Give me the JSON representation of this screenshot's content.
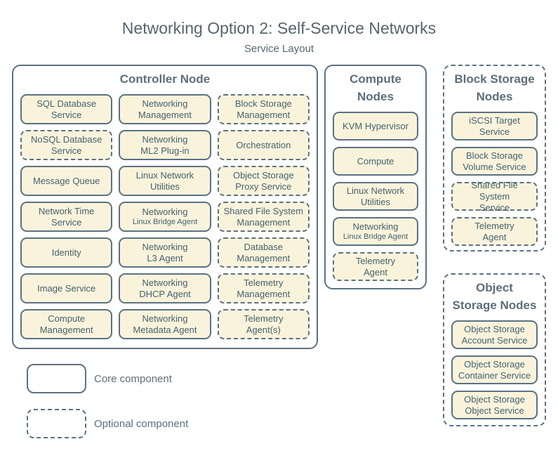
{
  "title": "Networking Option 2: Self-Service Networks",
  "subtitle": "Service Layout",
  "colors": {
    "background": "#ffffff",
    "box_fill": "#faf3dc",
    "border": "#5b7282",
    "label_text": "#44626f",
    "heading_text": "#5d6e78",
    "title_text": "#55656d"
  },
  "legend": [
    {
      "label": "Core component",
      "type": "core"
    },
    {
      "label": "Optional component",
      "type": "optional"
    }
  ],
  "groups": [
    {
      "title": "Controller Node",
      "border": "core",
      "columns": 3,
      "services": [
        {
          "label": "SQL Database\nService",
          "type": "core"
        },
        {
          "label": "Networking\nManagement",
          "type": "core"
        },
        {
          "label": "Block Storage\nManagement",
          "type": "optional"
        },
        {
          "label": "NoSQL Database\nService",
          "type": "optional"
        },
        {
          "label": "Networking\nML2 Plug-in",
          "type": "core"
        },
        {
          "label": "Orchestration",
          "type": "optional"
        },
        {
          "label": "Message Queue",
          "type": "core"
        },
        {
          "label": "Linux Network\nUtilities",
          "type": "core"
        },
        {
          "label": "Object Storage\nProxy Service",
          "type": "optional"
        },
        {
          "label": "Network Time\nService",
          "type": "core"
        },
        {
          "label": "Networking",
          "sublabel": "Linux Bridge Agent",
          "type": "core"
        },
        {
          "label": "Shared File System\nManagement",
          "type": "optional"
        },
        {
          "label": "Identity",
          "type": "core"
        },
        {
          "label": "Networking\nL3 Agent",
          "type": "core"
        },
        {
          "label": "Database\nManagement",
          "type": "optional"
        },
        {
          "label": "Image Service",
          "type": "core"
        },
        {
          "label": "Networking\nDHCP Agent",
          "type": "core"
        },
        {
          "label": "Telemetry\nManagement",
          "type": "optional"
        },
        {
          "label": "Compute\nManagement",
          "type": "core"
        },
        {
          "label": "Networking\nMetadata Agent",
          "type": "core"
        },
        {
          "label": "Telemetry\nAgent(s)",
          "type": "optional"
        }
      ]
    },
    {
      "title": "Compute\nNodes",
      "border": "core",
      "columns": 1,
      "services": [
        {
          "label": "KVM Hypervisor",
          "type": "core"
        },
        {
          "label": "Compute",
          "type": "core"
        },
        {
          "label": "Linux Network\nUtilities",
          "type": "core"
        },
        {
          "label": "Networking",
          "sublabel": "Linux Bridge Agent",
          "type": "core"
        },
        {
          "label": "Telemetry\nAgent",
          "type": "optional"
        }
      ]
    },
    {
      "title": "Block Storage\nNodes",
      "border": "optional",
      "columns": 1,
      "services": [
        {
          "label": "iSCSI Target\nService",
          "type": "core"
        },
        {
          "label": "Block Storage\nVolume Service",
          "type": "core"
        },
        {
          "label": "Shared File System\nService",
          "type": "optional"
        },
        {
          "label": "Telemetry\nAgent",
          "type": "optional"
        }
      ]
    },
    {
      "title": "Object\nStorage Nodes",
      "border": "optional",
      "columns": 1,
      "services": [
        {
          "label": "Object Storage\nAccount Service",
          "type": "core"
        },
        {
          "label": "Object Storage\nContainer Service",
          "type": "core"
        },
        {
          "label": "Object Storage\nObject Service",
          "type": "core"
        }
      ]
    }
  ]
}
